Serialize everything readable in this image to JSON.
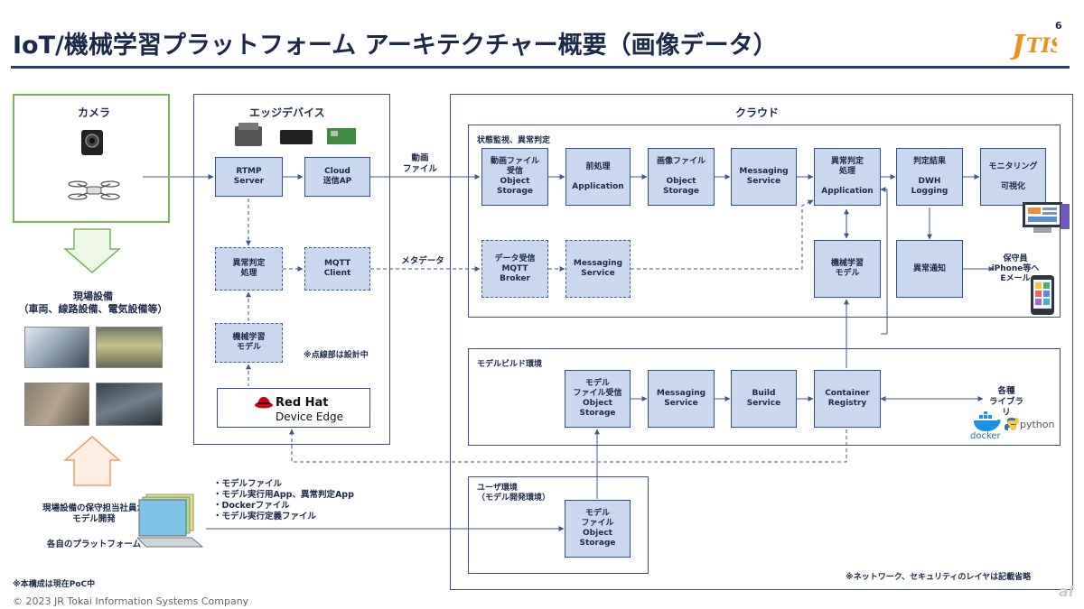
{
  "header": {
    "page_number": "6",
    "title": "IoT/機械学習プラットフォーム アーキテクチャー概要（画像データ）",
    "logo_text": "JTIS"
  },
  "regions": {
    "camera": "カメラ",
    "edge": "エッジデバイス",
    "cloud": "クラウド",
    "monitoring": "状態監視、異常判定",
    "model_build": "モデルビルド環境",
    "user_env": "ユーザ環境\n（モデル開発環境）"
  },
  "site": {
    "title": "現場設備\n（車両、線路設備、電気設備等）",
    "developer": "現場設備の保守担当社員が\nモデル開発",
    "platform": "各自のプラットフォーム"
  },
  "edge_boxes": {
    "rtmp": "RTMP\nServer",
    "cloud_ap": "Cloud\n送信AP",
    "anomaly": "異常判定\n処理",
    "mqtt_client": "MQTT\nClient",
    "ml_model": "機械学習\nモデル",
    "redhat_title": "Red Hat",
    "redhat_sub": "Device Edge"
  },
  "edge_note": "※点線部は設計中",
  "flow_labels": {
    "video": "動画\nファイル",
    "meta": "メタデータ"
  },
  "cloud_boxes": {
    "video_storage": "動画ファイル\n受信\nObject\nStorage",
    "preprocess": "前処理\n\nApplication",
    "image_storage": "画像ファイル\n\nObject\nStorage",
    "messaging1": "Messaging\nService",
    "anomaly_app": "異常判定\n処理\n\nApplication",
    "result": "判定結果\n\nDWH\nLogging",
    "monitoring": "モニタリング\n\n可視化",
    "mqtt_broker": "データ受信\nMQTT\nBroker",
    "messaging2": "Messaging\nService",
    "ml_model": "機械学習\nモデル",
    "alert": "異常通知"
  },
  "maintenance_label": "保守員\niPhone等へ\nEメール",
  "build_boxes": {
    "model_storage": "モデル\nファイル受信\nObject\nStorage",
    "messaging": "Messaging\nService",
    "build": "Build\nService",
    "registry": "Container\nRegistry"
  },
  "libraries_label": "各種\nライブラリ",
  "lib_logos": {
    "docker": "docker",
    "python": "python"
  },
  "user_box": "モデル\nファイル\nObject\nStorage",
  "bullets": [
    "・モデルファイル",
    "・モデル実行用App、異常判定App",
    "・Dockerファイル",
    "・モデル実行定義ファイル"
  ],
  "notes": {
    "poc": "※本構成は現在PoC中",
    "network": "※ネットワーク、セキュリティのレイヤは記載省略"
  },
  "footer": "© 2023 JR Tokai Information Systems Company",
  "watermark": "ai",
  "colors": {
    "box_fill": "#c9d8ef",
    "box_border": "#2f4f86",
    "title_rule": "#233e7e",
    "camera_border": "#77b55a",
    "logo": "#e8941a"
  }
}
